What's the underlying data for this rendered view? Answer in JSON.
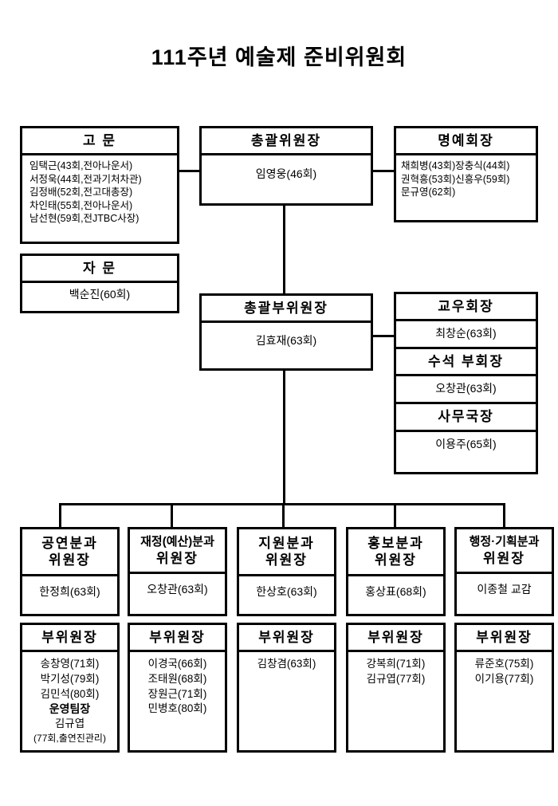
{
  "title": "111주년 예술제 준비위원회",
  "boxes": {
    "advisor": {
      "header": "고 문",
      "lines": [
        "임택근(43회,전아나운서)",
        "서정욱(44회,전과기처차관)",
        "김정배(52회,전고대총장)",
        "차인태(55회,전아나운서)",
        "남선현(59회,전JTBC사장)"
      ]
    },
    "counsel": {
      "header": "자 문",
      "lines": [
        "백순진(60회)"
      ]
    },
    "chief": {
      "header": "총괄위원장",
      "lines": [
        "임영웅(46회)"
      ]
    },
    "honorary": {
      "header": "명예회장",
      "lines": [
        "채희병(43회)장충식(44회)",
        "권혁흥(53회)신흥우(59회)",
        "문규영(62회)"
      ]
    },
    "vicechief": {
      "header": "총괄부위원장",
      "lines": [
        "김효재(63회)"
      ]
    },
    "alumni_head": {
      "header": "교우회장",
      "lines": [
        "최창순(63회)"
      ]
    },
    "senior_vice": {
      "header": "수석 부회장",
      "lines": [
        "오창관(63회)"
      ]
    },
    "secretary": {
      "header": "사무국장",
      "lines": [
        "이용주(65회)"
      ]
    }
  },
  "divisions": [
    {
      "header": "공연분과\n위원장",
      "header_line1": "공연분과",
      "header_line2": "위원장",
      "chair": "한정희(63회)",
      "vice_header": "부위원장",
      "vice_members": [
        "송창영(71회)",
        "박기성(79회)",
        "김민석(80회)"
      ],
      "extra_label": "운영팀장",
      "extra_members": [
        "김규엽",
        "(77회,출연진관리)"
      ]
    },
    {
      "header_line1": "재정(예산)분과",
      "header_line2": "위원장",
      "chair": "오창관(63회)",
      "vice_header": "부위원장",
      "vice_members": [
        "이경국(66회)",
        "조태원(68회)",
        "장원근(71회)",
        "민병호(80회)"
      ],
      "extra_label": "",
      "extra_members": []
    },
    {
      "header_line1": "지원분과",
      "header_line2": "위원장",
      "chair": "한상호(63회)",
      "vice_header": "부위원장",
      "vice_members": [
        "김창겸(63회)"
      ],
      "extra_label": "",
      "extra_members": []
    },
    {
      "header_line1": "홍보분과",
      "header_line2": "위원장",
      "chair": "홍상표(68회)",
      "vice_header": "부위원장",
      "vice_members": [
        "강복희(71회)",
        "김규엽(77회)"
      ],
      "extra_label": "",
      "extra_members": []
    },
    {
      "header_line1": "행정·기획분과",
      "header_line2": "위원장",
      "chair": "이종철 교감",
      "vice_header": "부위원장",
      "vice_members": [
        "류준호(75회)",
        "이기용(77회)"
      ],
      "extra_label": "",
      "extra_members": []
    }
  ]
}
